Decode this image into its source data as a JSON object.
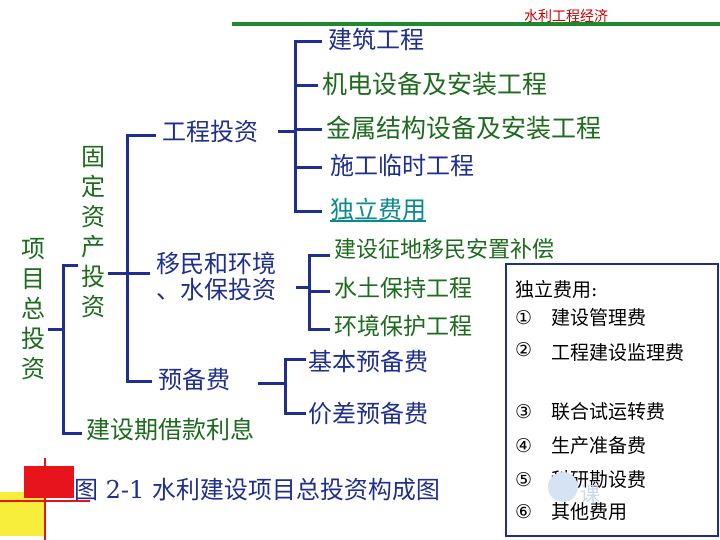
{
  "header": "水利工程经济",
  "root": "项目总投资",
  "fixed_assets": "固定资产投资",
  "engineering_investment": "工程投资",
  "engineering_items": [
    "建筑工程",
    "机电设备及安装工程",
    "金属结构设备及安装工程",
    "施工临时工程",
    "独立费用"
  ],
  "resettlement_label_line1": "移民和环境",
  "resettlement_label_line2": "、水保投资",
  "resettlement_items": [
    "建设征地移民安置补偿",
    "水土保持工程",
    "环境保护工程"
  ],
  "reserve": "预备费",
  "reserve_items": [
    "基本预备费",
    "价差预备费"
  ],
  "loan_interest": "建设期借款利息",
  "caption": "图 2-1  水利建设项目总投资构成图",
  "note": {
    "title": "独立费用:",
    "items": [
      {
        "num": "①",
        "text": "建设管理费"
      },
      {
        "num": "②",
        "text": "工程建设监理费"
      },
      {
        "num": "③",
        "text": "联合试运转费"
      },
      {
        "num": "④",
        "text": "生产准备费"
      },
      {
        "num": "⑤",
        "text": "科研勘设费"
      },
      {
        "num": "⑥",
        "text": "其他费用"
      }
    ]
  },
  "watermark": "课",
  "colors": {
    "text_blue": "#1f2f8f",
    "text_green": "#1d6b1d",
    "header_red": "#cc0000",
    "link_teal": "#0a8a8a",
    "accent_red": "#e8141c",
    "accent_yellow": "#f6ee3a",
    "line_green": "#1d8a2d"
  }
}
